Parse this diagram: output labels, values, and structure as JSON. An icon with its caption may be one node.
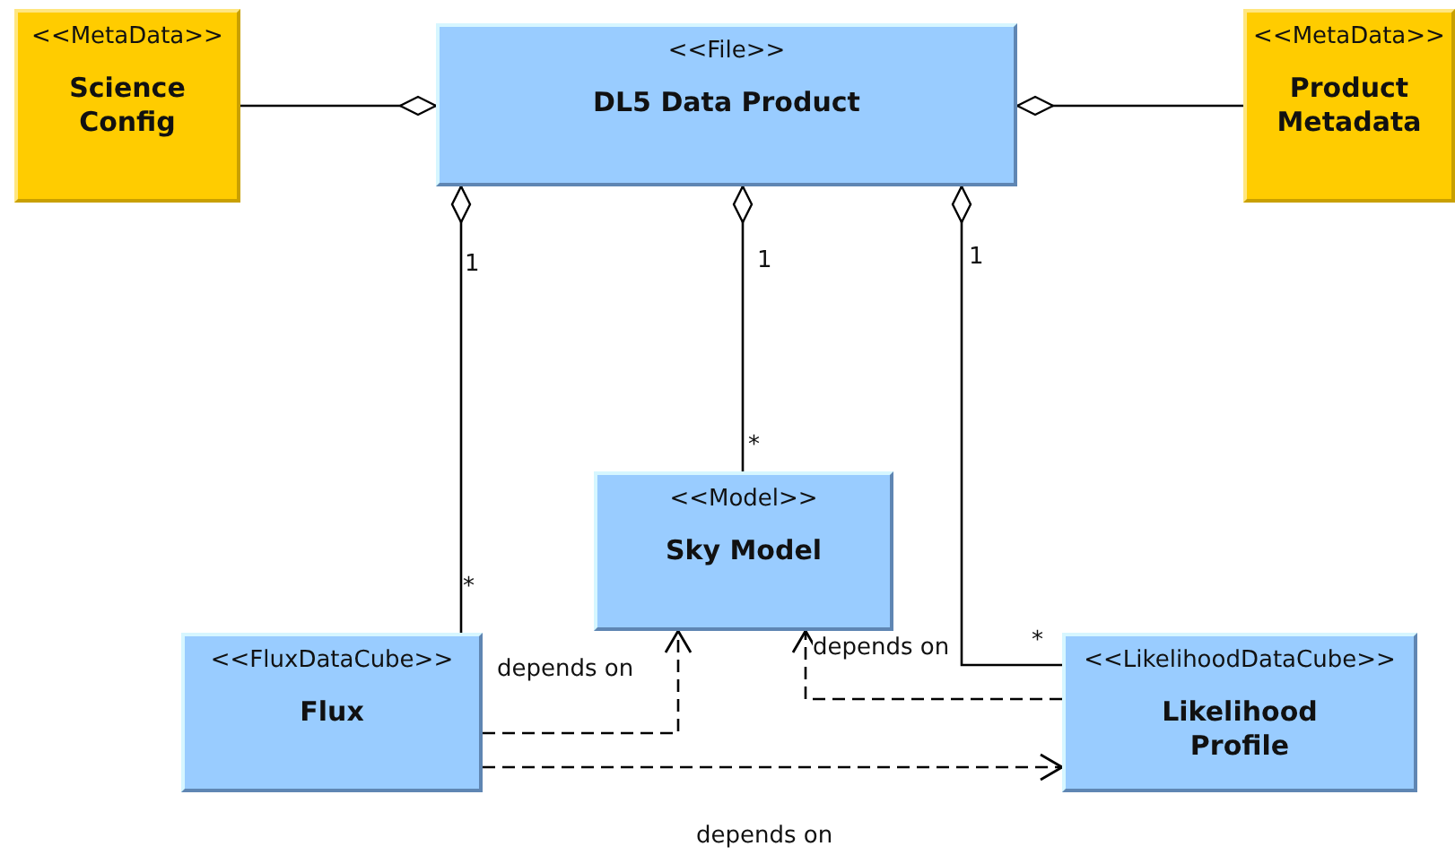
{
  "diagram": {
    "nodes": [
      {
        "text": [
          "<<MetaData>>",
          "Science Config"
        ]
      },
      {
        "text": [
          "<<File>>",
          "DL5 Data Product"
        ]
      },
      {
        "text": [
          "<<MetaData>>",
          "Product Metadata"
        ]
      },
      {
        "text": [
          "<<Model>>",
          "Sky Model"
        ]
      },
      {
        "text": [
          "<<FluxDataCube>>",
          "Flux"
        ]
      },
      {
        "text": [
          "<<LikelihoodDataCube>>",
          "Likelihood Profile"
        ]
      }
    ],
    "edges": [
      {
        "from": 0,
        "to": 1,
        "arrow": "other"
      },
      {
        "from": 2,
        "to": 1,
        "arrow": "other"
      },
      {
        "from": 4,
        "to": 1,
        "arrow": "other"
      },
      {
        "from": 3,
        "to": 1,
        "arrow": "other"
      },
      {
        "from": 5,
        "to": 1,
        "arrow": "other"
      },
      {
        "from": 4,
        "to": 3,
        "arrow": "to",
        "style": "dashed",
        "label": "depends on"
      },
      {
        "from": 5,
        "to": 3,
        "arrow": "to",
        "style": "dashed",
        "label": "depends on"
      },
      {
        "from": 4,
        "to": 5,
        "arrow": "to",
        "style": "dashed",
        "label": "depends on"
      }
    ],
    "labels": [
      "1",
      "1",
      "1",
      "*",
      "*",
      "*"
    ]
  }
}
